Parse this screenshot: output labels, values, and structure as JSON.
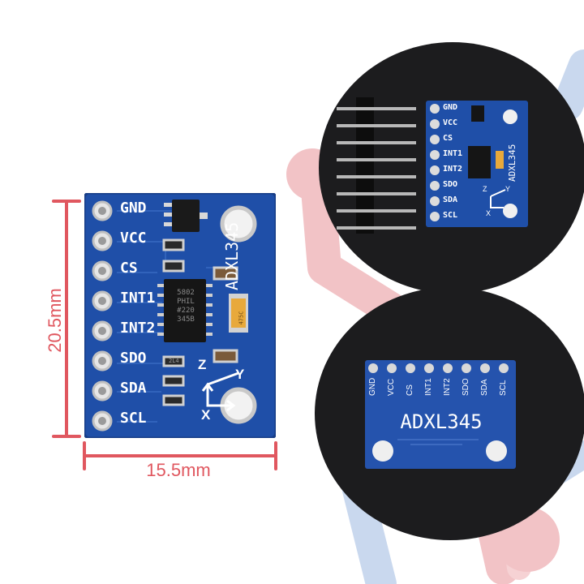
{
  "main_board": {
    "pins": [
      "GND",
      "VCC",
      "CS",
      "INT1",
      "INT2",
      "SDO",
      "SDA",
      "SCL"
    ],
    "model": "ADXL345",
    "chip_marking": [
      "5802",
      "PHIL",
      "#220",
      "345B"
    ],
    "cap_marking": "475C",
    "resistor_marking": "2L4",
    "axis_labels": {
      "x": "X",
      "y": "Y",
      "z": "Z"
    }
  },
  "dimensions": {
    "height": "20.5mm",
    "width": "15.5mm"
  },
  "top_inset": {
    "pins": [
      "GND",
      "VCC",
      "CS",
      "INT1",
      "INT2",
      "SDO",
      "SDA",
      "SCL"
    ],
    "model": "ADXL345",
    "axis_labels": {
      "x": "X",
      "y": "Y",
      "z": "Z"
    }
  },
  "bottom_inset": {
    "pins": [
      "GND",
      "VCC",
      "CS",
      "INT1",
      "INT2",
      "SDO",
      "SDA",
      "SCL"
    ],
    "model": "ADXL345"
  },
  "colors": {
    "pcb_blue": "#1f4fa8",
    "pcb_dark": "#173d86",
    "dimension_red": "#e0575f",
    "watermark_pink": "#f2c3c6",
    "watermark_blue": "#c9d8ee",
    "inset_bg": "#1c1c1e"
  }
}
